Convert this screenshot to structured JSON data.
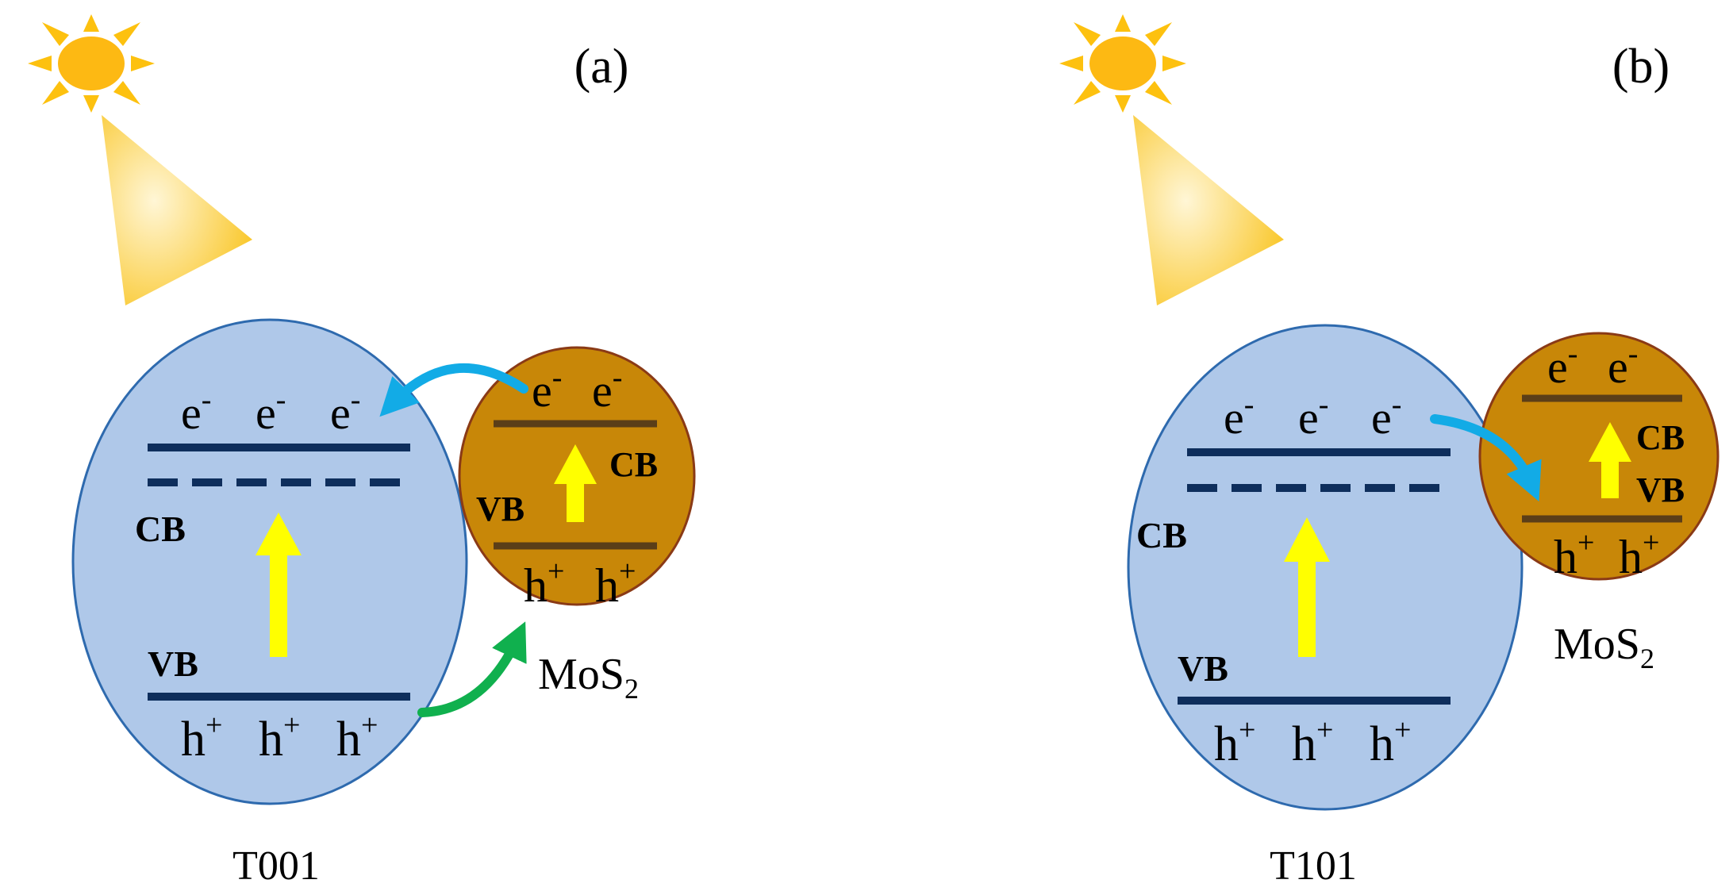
{
  "colors": {
    "sun": "#FDB913",
    "sun_ray": "#FDC10F",
    "light_beam_outer": "#F9C31B",
    "light_beam_inner": "#FFF6D6",
    "tio2_fill": "#AFC8E9",
    "tio2_stroke": "#2E6AAE",
    "band_line": "#0E2E5C",
    "mos2_fill": "#C88708",
    "mos2_stroke": "#8A3A16",
    "mos2_band": "#5B3E18",
    "excitation_arrow": "#FFFF00",
    "electron_transfer_arrow": "#12ABE6",
    "hole_transfer_arrow": "#10B04E",
    "text": "#000000"
  },
  "panels": [
    {
      "id": "a",
      "panel_label": "(a)",
      "sample_label": "T001",
      "tio2": {
        "electrons": [
          "e",
          "e",
          "e"
        ],
        "electron_sup": "-",
        "holes": [
          "h",
          "h",
          "h"
        ],
        "hole_sup": "+",
        "cb_label": "CB",
        "vb_label": "VB"
      },
      "mos2": {
        "label_main": "MoS",
        "label_sub": "2",
        "electrons": [
          "e",
          "e"
        ],
        "electron_sup": "-",
        "holes": [
          "h",
          "h"
        ],
        "hole_sup": "+",
        "cb_label": "CB",
        "vb_label": "VB"
      },
      "transfer": {
        "electron_direction": "MoS2 CB to TiO2 CB",
        "hole_direction": "TiO2 VB to MoS2 VB"
      }
    },
    {
      "id": "b",
      "panel_label": "(b)",
      "sample_label": "T101",
      "tio2": {
        "electrons": [
          "e",
          "e",
          "e"
        ],
        "electron_sup": "-",
        "holes": [
          "h",
          "h",
          "h"
        ],
        "hole_sup": "+",
        "cb_label": "CB",
        "vb_label": "VB"
      },
      "mos2": {
        "label_main": "MoS",
        "label_sub": "2",
        "electrons": [
          "e",
          "e"
        ],
        "electron_sup": "-",
        "holes": [
          "h",
          "h"
        ],
        "hole_sup": "+",
        "cb_label": "CB",
        "vb_label": "VB"
      },
      "transfer": {
        "electron_direction": "TiO2 CB to MoS2"
      }
    }
  ]
}
